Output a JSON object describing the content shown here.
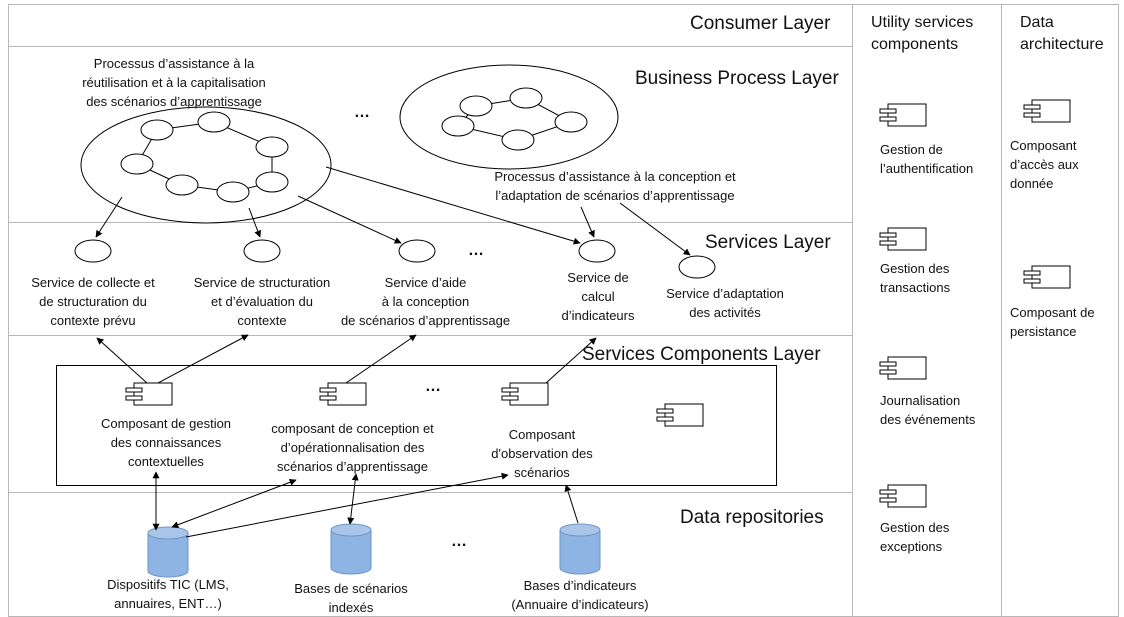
{
  "layers": {
    "consumer": "Consumer Layer",
    "business_process": "Business Process Layer",
    "services": "Services Layer",
    "services_components": "Services Components Layer",
    "data_repositories": "Data repositories"
  },
  "columns": {
    "utility": "Utility services\ncomponents",
    "data_architecture": "Data\narchitecture"
  },
  "processes": {
    "p1": "Processus d’assistance à la\nréutilisation et à la capitalisation\ndes scénarios d’apprentissage",
    "p2": "Processus d’assistance à la conception et\nl’adaptation de scénarios d’apprentissage"
  },
  "services": [
    "Service de collecte et\nde structuration du\ncontexte prévu",
    "Service de structuration\net d’évaluation du\ncontexte",
    "Service d’aide\nà la conception\nde scénarios d’apprentissage",
    "Service de\ncalcul\nd’indicateurs",
    "Service d’adaptation\ndes activités"
  ],
  "components": [
    "Composant de gestion\ndes connaissances\ncontextuelles",
    "composant de conception et\nd’opérationnalisation des\nscénarios d’apprentissage",
    "Composant\nd'observation des\nscénarios"
  ],
  "repositories": [
    "Dispositifs TIC (LMS,\nannuaires, ENT…)",
    "Bases de scénarios\nindexés",
    "Bases d’indicateurs\n(Annuaire d’indicateurs)"
  ],
  "utility_components": [
    "Gestion de\nl’authentification",
    "Gestion des\ntransactions",
    "Journalisation\ndes événements",
    "Gestion des\nexceptions"
  ],
  "data_components": [
    "Composant\nd’accès aux\ndonnée",
    "Composant de\npersistance"
  ],
  "ellipsis": "…",
  "colors": {
    "line": "#b8b8b8",
    "stroke": "#000000",
    "cylinder_fill": "#8db4e2",
    "cylinder_stroke": "#6f95c6"
  }
}
